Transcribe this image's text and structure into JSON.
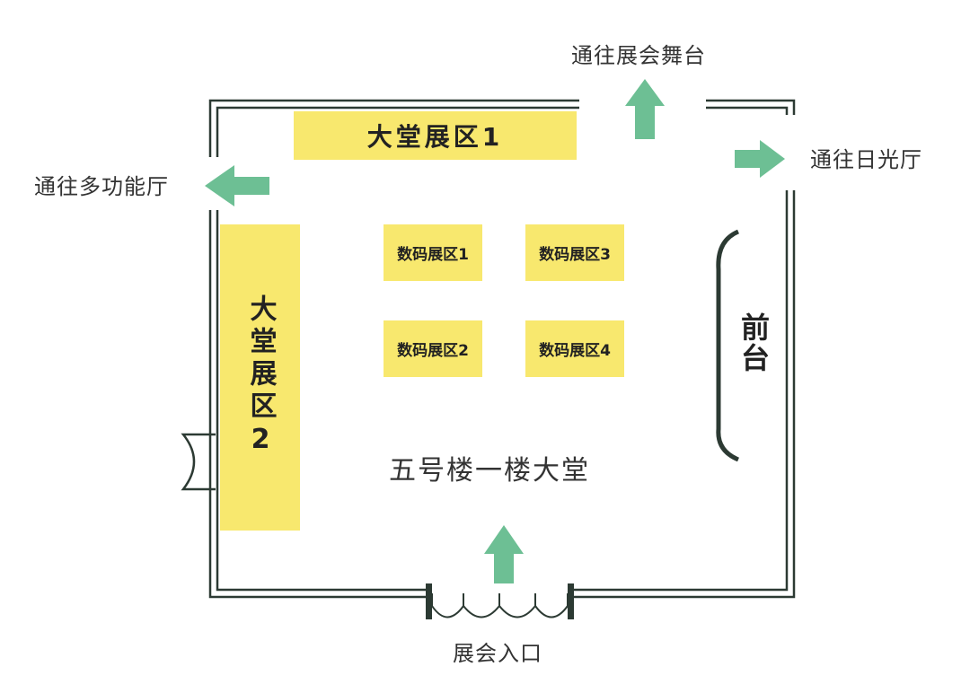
{
  "hall_name": "五号楼一楼大堂",
  "lobby_zones": {
    "zone_1": "大堂展区1",
    "zone_2": "大堂展区2"
  },
  "digital_zones": [
    "数码展区1",
    "数码展区2",
    "数码展区3",
    "数码展区4"
  ],
  "front_desk": "前台",
  "directions": {
    "to_stage": "通往展会舞台",
    "to_sunlight_hall": "通往日光厅",
    "to_multifunction_hall": "通往多功能厅",
    "entrance": "展会入口"
  },
  "colors": {
    "zone_fill": "#f8e86e",
    "arrow": "#6dbf94",
    "wall": "#2c3a33"
  }
}
